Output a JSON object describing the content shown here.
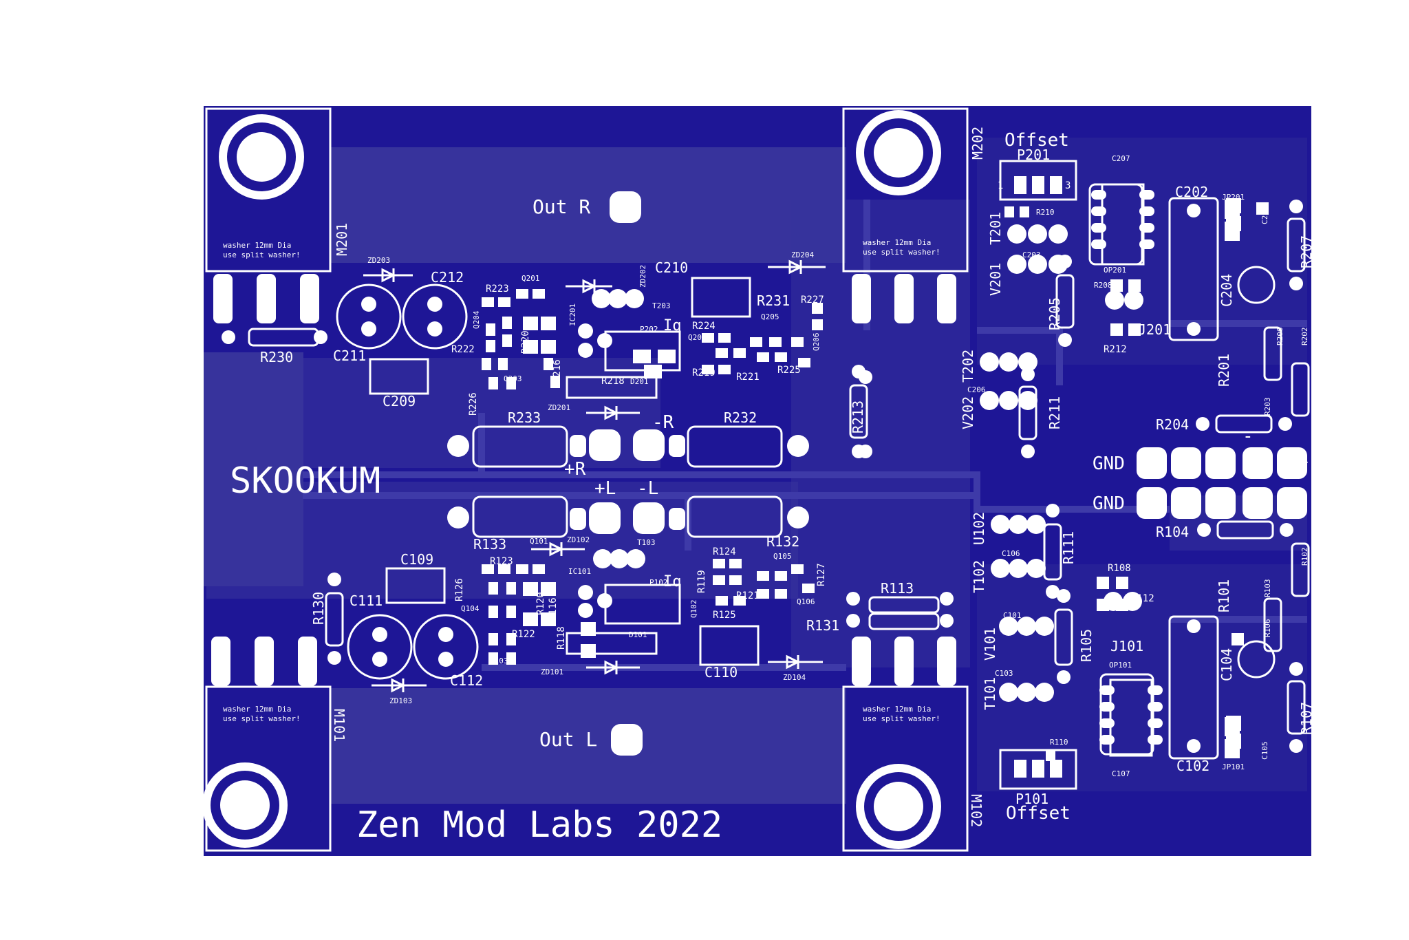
{
  "board": {
    "title": "SKOOKUM",
    "footer": "Zen Mod Labs 2022",
    "colors": {
      "pcb": "#1e1696",
      "pour": "#37339c",
      "silk": "#ffffff",
      "pad": "#ffffff",
      "background": "#ffffff"
    }
  },
  "outputs": {
    "out_r": "Out R",
    "out_l": "Out L",
    "plus_r": "+R",
    "minus_r": "-R",
    "plus_l": "+L",
    "minus_l": "-L"
  },
  "power": {
    "gnd1": "GND",
    "gnd2": "GND",
    "plus": "+",
    "minus": "-"
  },
  "trim": {
    "offset_top": "Offset",
    "offset_bottom": "Offset",
    "iq": "Iq",
    "pin1": "1",
    "pin3": "3"
  },
  "mosfets": {
    "m201": "M201",
    "m202": "M202",
    "m101": "M101",
    "m102": "M102",
    "washer_note_1": "washer 12mm Dia",
    "washer_note_2": "use split washer!"
  },
  "resistors": {
    "r230": "R230",
    "r233": "R233",
    "r232": "R232",
    "r213": "R213",
    "r231": "R231",
    "r133": "R133",
    "r132": "R132",
    "r113": "R113",
    "r131": "R131",
    "r130": "R130",
    "r205": "R205",
    "r211": "R211",
    "r204": "R204",
    "r201": "R201",
    "r207": "R207",
    "r104": "R104",
    "r111": "R111",
    "r105": "R105",
    "r101": "R101",
    "r107": "R107",
    "r223": "R223",
    "r222": "R222",
    "r220": "R220",
    "r216": "R216",
    "r226": "R226",
    "r218": "R218",
    "r224": "R224",
    "r219": "R219",
    "r221": "R221",
    "r225": "R225",
    "r227": "R227",
    "r210": "R210",
    "r208": "R208",
    "r212": "R212",
    "r206": "R206",
    "r202": "R202",
    "r203": "R203",
    "r123": "R123",
    "r126": "R126",
    "r120": "R120",
    "r116": "R116",
    "r122": "R122",
    "r118": "R118",
    "r124": "R124",
    "r119": "R119",
    "r121": "R121",
    "r125": "R125",
    "r127": "R127",
    "r108": "R108",
    "r112": "R112",
    "r110": "R110",
    "r102": "R102",
    "r103": "R103",
    "r106": "R106"
  },
  "capacitors": {
    "c212": "C212",
    "c211": "C211",
    "c209": "C209",
    "c210": "C210",
    "c207": "C207",
    "c202": "C202",
    "c205": "C205",
    "c204": "C204",
    "c203": "C203",
    "c206": "C206",
    "c109": "C109",
    "c111": "C111",
    "c112": "C112",
    "c110": "C110",
    "c106": "C106",
    "c101": "C101",
    "c103": "C103",
    "c107": "C107",
    "c104": "C104",
    "c102": "C102",
    "c105": "C105"
  },
  "semis": {
    "zd203": "ZD203",
    "zd202": "ZD202",
    "zd204": "ZD204",
    "zd201": "ZD201",
    "zd102": "ZD102",
    "zd103": "ZD103",
    "zd101": "ZD101",
    "zd104": "ZD104",
    "q201": "Q201",
    "q204": "Q204",
    "q203": "Q203",
    "q202": "Q202",
    "q205": "Q205",
    "q206": "Q206",
    "q101": "Q101",
    "q104": "Q104",
    "q103": "Q103",
    "q102": "Q102",
    "q105": "Q105",
    "q106": "Q106",
    "ic201": "IC201",
    "ic101": "IC101",
    "t203": "T203",
    "t103": "T103",
    "p202": "P202",
    "p102": "P102",
    "d201": "D201",
    "d101": "D101",
    "p201": "P201",
    "p101": "P101",
    "op201": "OP201",
    "op101": "OP101",
    "t201": "T201",
    "v201": "V201",
    "t202": "T202",
    "v202": "V202",
    "t102": "T102",
    "u102": "U102",
    "t101": "T101",
    "v101": "V101",
    "j201": "J201",
    "j101": "J101",
    "jp201": "JP201",
    "jp101": "JP101"
  }
}
